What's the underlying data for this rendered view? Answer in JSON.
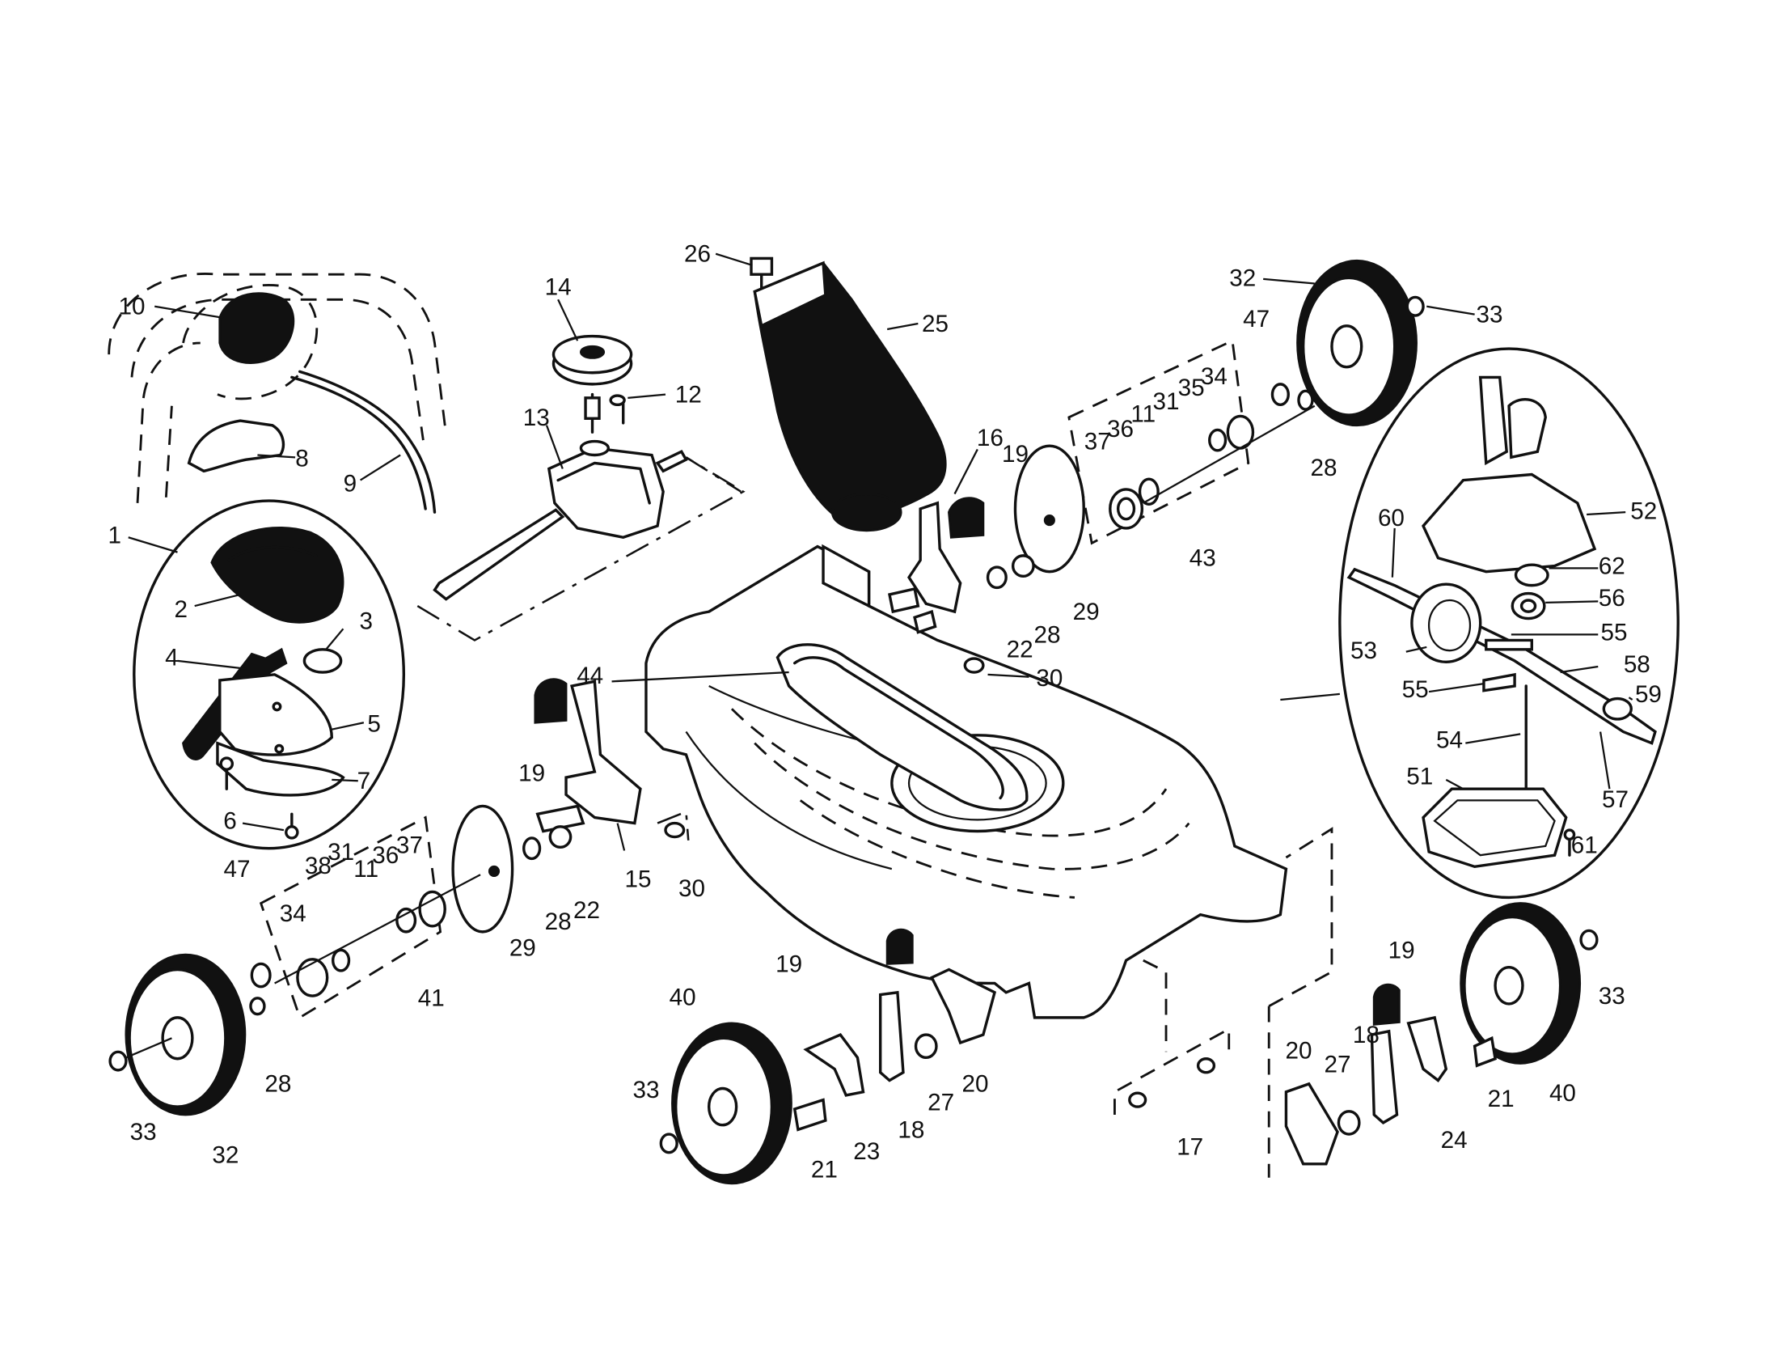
{
  "callouts": [
    {
      "id": "c1",
      "text": "1"
    },
    {
      "id": "c2",
      "text": "2"
    },
    {
      "id": "c3",
      "text": "3"
    },
    {
      "id": "c4",
      "text": "4"
    },
    {
      "id": "c5",
      "text": "5"
    },
    {
      "id": "c6",
      "text": "6"
    },
    {
      "id": "c7",
      "text": "7"
    },
    {
      "id": "c8",
      "text": "8"
    },
    {
      "id": "c9",
      "text": "9"
    },
    {
      "id": "c10",
      "text": "10"
    },
    {
      "id": "c11",
      "text": "11"
    },
    {
      "id": "c12",
      "text": "12"
    },
    {
      "id": "c13",
      "text": "13"
    },
    {
      "id": "c14",
      "text": "14"
    },
    {
      "id": "c15",
      "text": "15"
    },
    {
      "id": "c16",
      "text": "16"
    },
    {
      "id": "c17",
      "text": "17"
    },
    {
      "id": "c18",
      "text": "18"
    },
    {
      "id": "c19",
      "text": "19"
    },
    {
      "id": "c20",
      "text": "20"
    },
    {
      "id": "c21",
      "text": "21"
    },
    {
      "id": "c22",
      "text": "22"
    },
    {
      "id": "c23",
      "text": "23"
    },
    {
      "id": "c24",
      "text": "24"
    },
    {
      "id": "c25",
      "text": "25"
    },
    {
      "id": "c26",
      "text": "26"
    },
    {
      "id": "c27",
      "text": "27"
    },
    {
      "id": "c28",
      "text": "28"
    },
    {
      "id": "c29",
      "text": "29"
    },
    {
      "id": "c30",
      "text": "30"
    },
    {
      "id": "c31",
      "text": "31"
    },
    {
      "id": "c32",
      "text": "32"
    },
    {
      "id": "c33",
      "text": "33"
    },
    {
      "id": "c34",
      "text": "34"
    },
    {
      "id": "c35",
      "text": "35"
    },
    {
      "id": "c36",
      "text": "36"
    },
    {
      "id": "c37",
      "text": "37"
    },
    {
      "id": "c38",
      "text": "38"
    },
    {
      "id": "c40",
      "text": "40"
    },
    {
      "id": "c41",
      "text": "41"
    },
    {
      "id": "c43",
      "text": "43"
    },
    {
      "id": "c44",
      "text": "44"
    },
    {
      "id": "c47",
      "text": "47"
    },
    {
      "id": "c51",
      "text": "51"
    },
    {
      "id": "c52",
      "text": "52"
    },
    {
      "id": "c53",
      "text": "53"
    },
    {
      "id": "c54",
      "text": "54"
    },
    {
      "id": "c55",
      "text": "55"
    },
    {
      "id": "c56",
      "text": "56"
    },
    {
      "id": "c57",
      "text": "57"
    },
    {
      "id": "c58",
      "text": "58"
    },
    {
      "id": "c59",
      "text": "59"
    },
    {
      "id": "c60",
      "text": "60"
    },
    {
      "id": "c61",
      "text": "61"
    },
    {
      "id": "c62",
      "text": "62"
    }
  ]
}
